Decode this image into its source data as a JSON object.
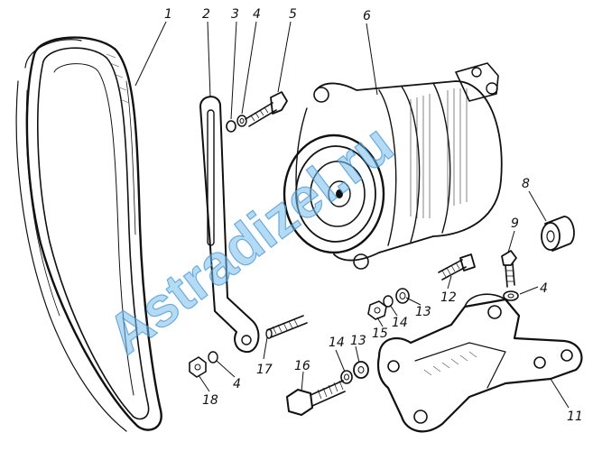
{
  "watermark": "Astradizel.ru",
  "callouts": [
    "1",
    "2",
    "3",
    "4",
    "5",
    "6",
    "8",
    "9",
    "4",
    "12",
    "13",
    "14",
    "15",
    "13",
    "14",
    "16",
    "17",
    "18",
    "4",
    "11"
  ],
  "colors": {
    "ink": "#111111",
    "watermark_fill": "#78beeb",
    "watermark_stroke": "#4696d7"
  }
}
